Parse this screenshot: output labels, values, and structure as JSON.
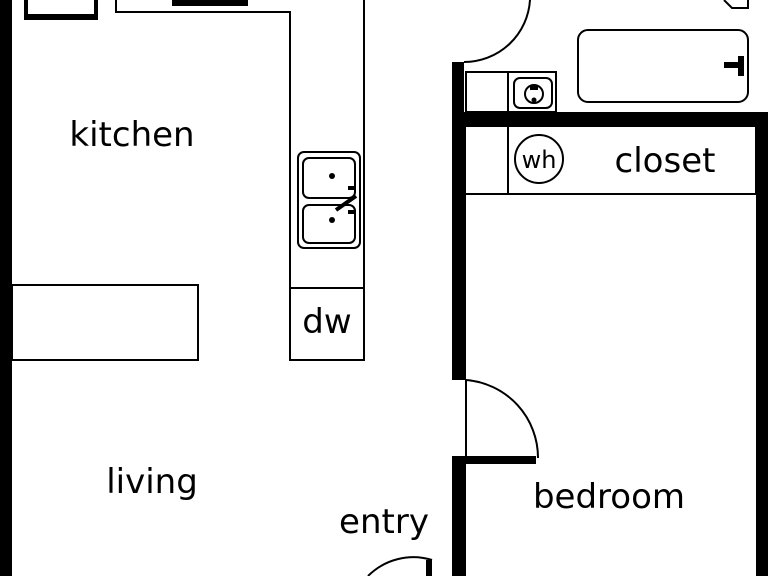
{
  "rooms": {
    "kitchen": "kitchen",
    "living": "living",
    "entry": "entry",
    "bedroom": "bedroom",
    "closet": "closet"
  },
  "fixtures": {
    "dishwasher": "dw",
    "water_heater": "wh"
  },
  "colors": {
    "wall": "#000000",
    "background": "#ffffff"
  }
}
